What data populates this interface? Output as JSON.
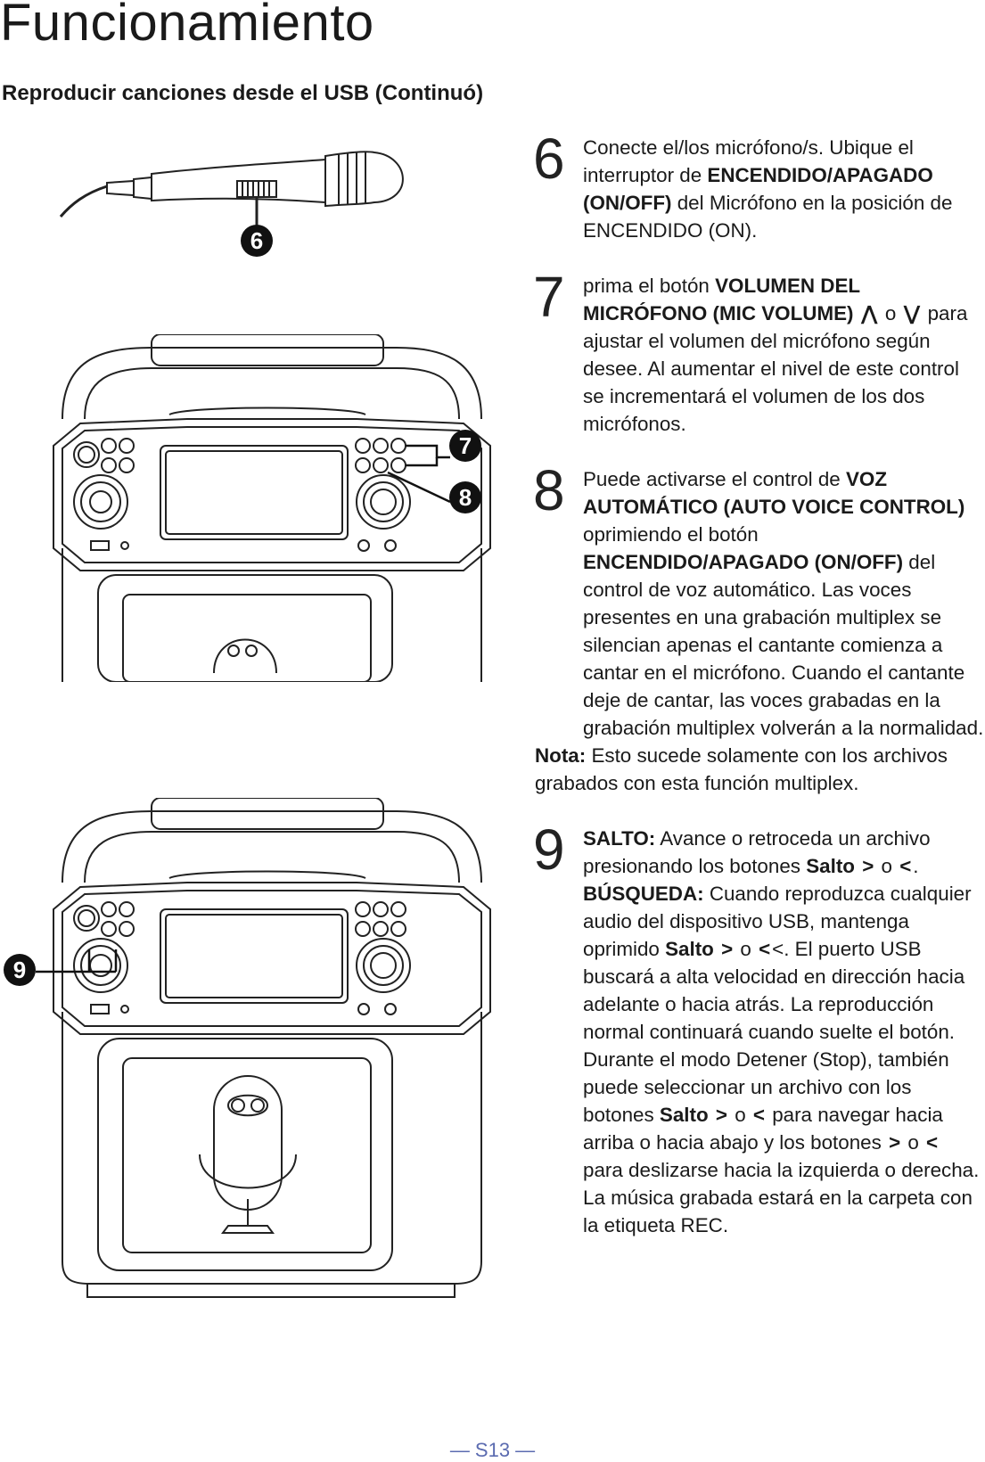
{
  "header": {
    "title": "Funcionamiento",
    "subtitle": "Reproducir canciones desde el USB (Continuó)"
  },
  "figure": {
    "callouts": [
      "6",
      "7",
      "8",
      "9"
    ]
  },
  "steps": [
    {
      "number": "6",
      "parts": [
        "Conecte el/los micrófono/s. Ubique el interruptor de ",
        "ENCENDIDO/APAGADO (ON/OFF)",
        " del Micrófono en la posición de ENCENDIDO (ON)."
      ]
    },
    {
      "number": "7",
      "parts": [
        "prima el botón ",
        "VOLUMEN DEL MICRÓFONO (MIC VOLUME) ",
        " o ",
        " para ajustar el volumen del micrófono según desee. Al aumentar el nivel de este control se incrementará el volumen de los dos micrófonos."
      ]
    },
    {
      "number": "8",
      "parts": [
        "Puede activarse el control de ",
        "VOZ AUTOMÁTICO (AUTO VOICE CONTROL)",
        " oprimiendo el botón ",
        "ENCENDIDO/APAGADO (ON/OFF)",
        " del control de voz automático. Las voces presentes en una grabación multiplex se silencian apenas el cantante comienza a cantar en el micrófono. Cuando el cantante deje de cantar, las voces grabadas en la grabación multiplex volverán a la normalidad."
      ]
    },
    {
      "number": "9",
      "p": [
        "SALTO:",
        " Avance o retroceda un archivo presionando los botones ",
        "Salto",
        " o ",
        ".",
        "BÚSQUEDA:",
        " Cuando reproduzca cualquier audio del dispositivo USB, mantenga oprimido ",
        "Salto",
        " o ",
        "<. El puerto USB buscará a alta velocidad en dirección hacia adelante o hacia atrás. La reproducción normal continuará cuando suelte el botón. Durante el modo Detener (Stop), también puede seleccionar un archivo con los botones ",
        "Salto",
        " o ",
        "para navegar hacia arriba o hacia abajo y los  botones ",
        " o ",
        " para deslizarse hacia la izquierda o derecha. La música grabada estará en la carpeta con la etiqueta REC."
      ]
    }
  ],
  "note": {
    "label": "Nota:",
    "text": " Esto sucede solamente con los archivos grabados con esta función multiplex."
  },
  "symbols": {
    "up": "⋀",
    "down": "⋁",
    "next": ">",
    "prev": "<"
  },
  "footer": {
    "page_number": "S13",
    "dash": "—"
  }
}
